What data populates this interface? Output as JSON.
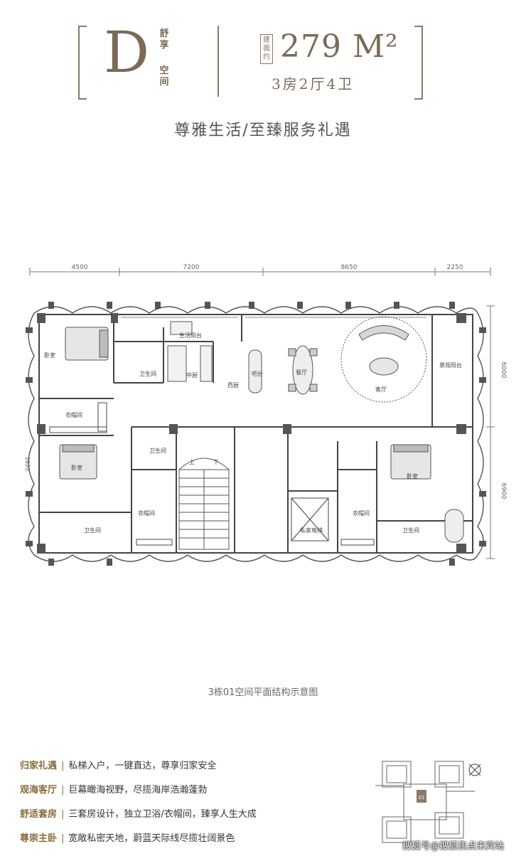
{
  "header": {
    "letter": "D",
    "vertical_text_1": "舒享",
    "vertical_text_2": "空间",
    "area_tag": "建面约",
    "area": "279 M²",
    "layout": "3房2厅4卫"
  },
  "slogan": "尊雅生活/至臻服务礼遇",
  "plan": {
    "dimensions_top": [
      "4500",
      "7200",
      "8650",
      "2250"
    ],
    "dimensions_right": [
      "6000",
      "6900"
    ],
    "dimension_left": "2820",
    "rooms": {
      "bedroom_nw": "卧室",
      "bathroom_n": "卫生间",
      "utility_balcony": "生活阳台",
      "kitchen": "中厨",
      "west_kitchen": "西厨",
      "bar": "吧台",
      "dining": "餐厅",
      "living": "客厅",
      "view_balcony": "景观阳台",
      "closet_w": "衣帽间",
      "bedroom_w": "卧室",
      "bathroom_sw": "卫生间",
      "bathroom_mid": "卫生间",
      "closet_mid": "衣帽间",
      "stair_up": "上",
      "stair_down": "下",
      "elevator": "私家电梯",
      "closet_e": "衣帽间",
      "bedroom_e": "卧室",
      "bathroom_e": "卫生间"
    }
  },
  "caption": "3栋01空间平面结构示意图",
  "features": [
    {
      "label": "归家礼遇",
      "text": "私梯入户，一键直达，尊享归家安全"
    },
    {
      "label": "观海客厅",
      "text": "巨幕瞰海视野，尽揽海岸浩瀚蓬勃"
    },
    {
      "label": "舒适套房",
      "text": "三套房设计，独立卫浴/衣帽间，臻享人生大成"
    },
    {
      "label": "尊崇主卧",
      "text": "宽敞私密天地，蔚蓝天际线尽揽壮阔景色"
    }
  ],
  "keyplan_unit": "01",
  "watermark": "搜狐号@搜狐焦点来宾站",
  "colors": {
    "accent": "#8a6d3b",
    "title": "#7a6a56"
  }
}
